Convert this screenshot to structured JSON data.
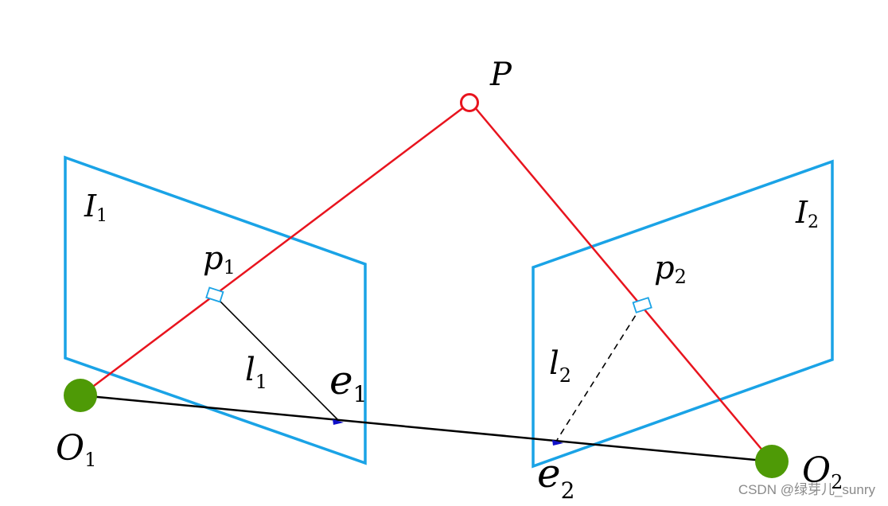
{
  "labels": {
    "P": {
      "main": "P",
      "sub": ""
    },
    "I1": {
      "main": "I",
      "sub": "1"
    },
    "I2": {
      "main": "I",
      "sub": "2"
    },
    "p1": {
      "main": "p",
      "sub": "1"
    },
    "p2": {
      "main": "p",
      "sub": "2"
    },
    "l1": {
      "main": "l",
      "sub": "1"
    },
    "l2": {
      "main": "l",
      "sub": "2"
    },
    "e1": {
      "main": "e",
      "sub": "1"
    },
    "e2": {
      "main": "e",
      "sub": "2"
    },
    "O1": {
      "main": "O",
      "sub": "1"
    },
    "O2": {
      "main": "O",
      "sub": "2"
    }
  },
  "watermark": "CSDN @绿芽儿_sunry",
  "colors": {
    "image_plane": "#1aa3e6",
    "ray": "#e8141e",
    "baseline": "#000000",
    "camera_center": "#4e9a06",
    "epipole": "#1010c8",
    "point": "#e8141e"
  }
}
